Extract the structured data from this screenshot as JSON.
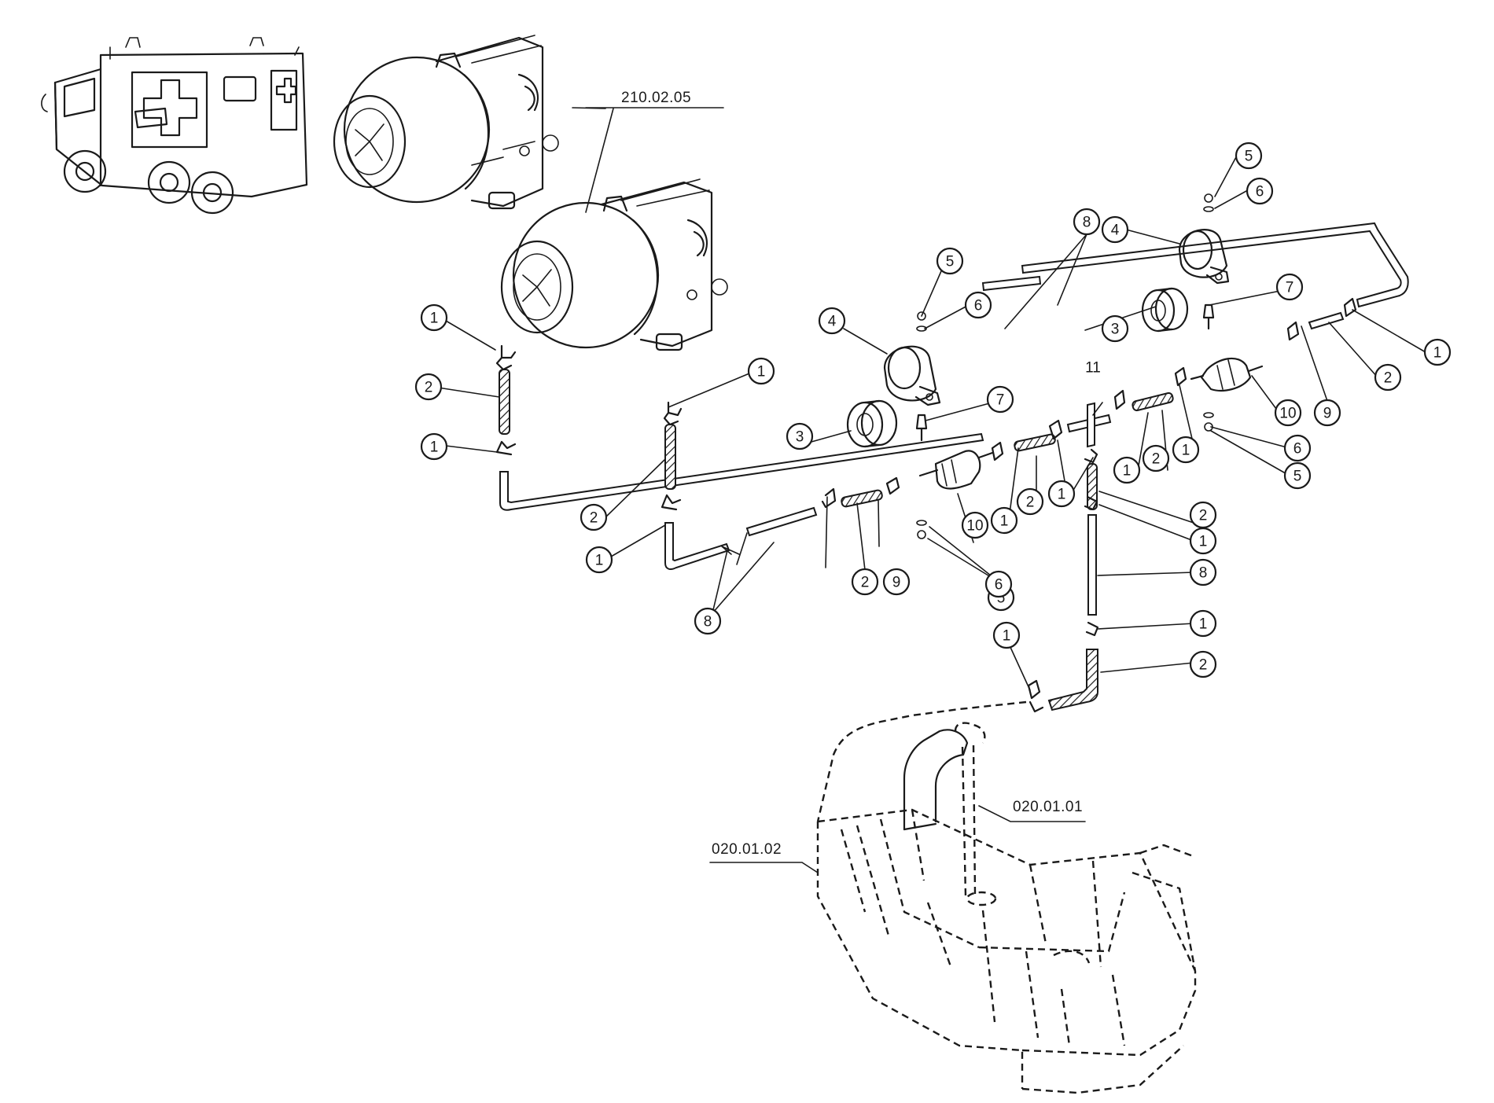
{
  "diagram": {
    "background": "#ffffff",
    "ink": "#1a1a1a",
    "references": {
      "heater_assembly": "210.02.05",
      "fuel_pickup": "020.01.01",
      "fuel_tank": "020.01.02"
    },
    "callout_numbers": [
      "1",
      "2",
      "3",
      "4",
      "5",
      "6",
      "7",
      "8",
      "9",
      "10",
      "11"
    ]
  }
}
